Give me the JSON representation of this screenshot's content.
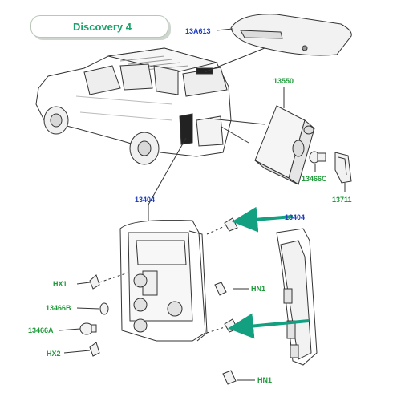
{
  "title": "Discovery 4",
  "labels": {
    "p13A613": "13A613",
    "p13550": "13550",
    "p13466C": "13466C",
    "p13711": "13711",
    "p13404_left": "13404",
    "p13404_right": "13404",
    "hx1": "HX1",
    "hn1_top": "HN1",
    "p13466B": "13466B",
    "p13466A": "13466A",
    "hx2": "HX2",
    "hn1_bottom": "HN1"
  },
  "colors": {
    "title_green": "#1aa36a",
    "label_blue": "#1f3fbf",
    "label_green": "#1f9a3a",
    "arrow_teal": "#12a080"
  }
}
